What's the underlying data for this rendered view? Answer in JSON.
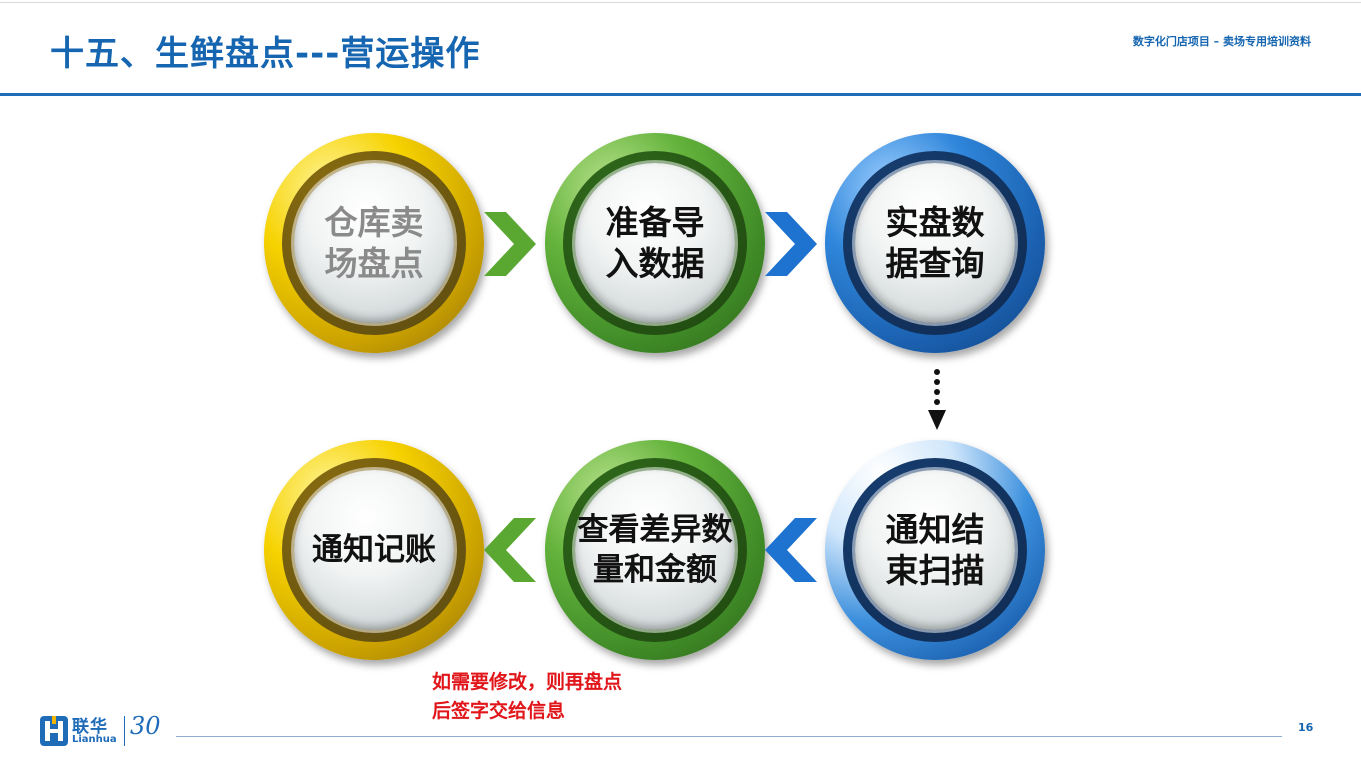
{
  "header": {
    "title": "十五、生鲜盘点---营运操作",
    "subtitle": "数字化门店项目 – 卖场专用培训资料"
  },
  "flow": {
    "steps": [
      {
        "label": "仓库卖场盘点"
      },
      {
        "label": "准备导入数据"
      },
      {
        "label": "实盘数据查询"
      },
      {
        "label": "通知结束扫描"
      },
      {
        "label": "查看差异数量和金额"
      },
      {
        "label": "通知记账"
      }
    ]
  },
  "note": {
    "line1": "如需要修改，则再盘点",
    "line2": "后签字交给信息"
  },
  "footer": {
    "logo_cn": "联华",
    "logo_en": "Lianhua",
    "logo_anniversary": "30",
    "page_number": "16"
  },
  "colors": {
    "accent_blue": "#1565b0",
    "note_red": "#e0161b",
    "gold": "#f6d200",
    "green": "#64b33c",
    "blue": "#2f86db"
  }
}
